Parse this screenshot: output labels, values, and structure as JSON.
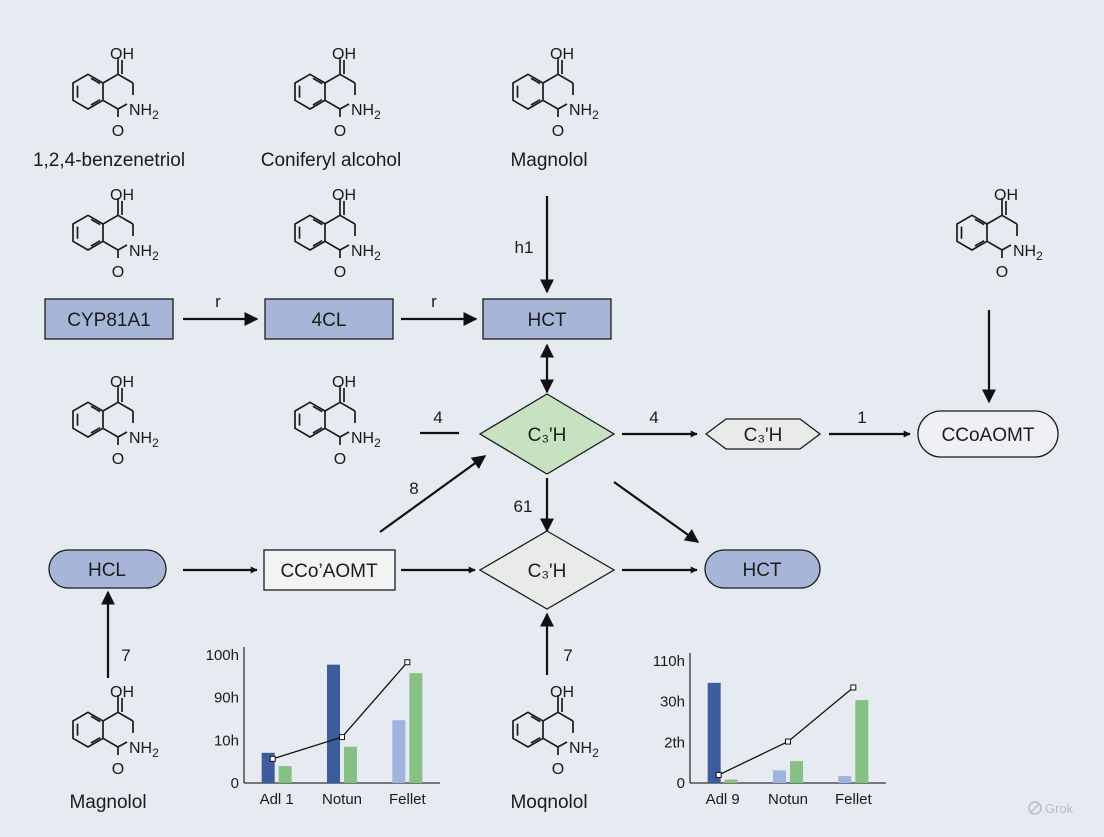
{
  "colors": {
    "background": "#e6eaf1",
    "enzyme_blue": "#a7b6d8",
    "diamond_green": "#c6e2c0",
    "neutral_fill": "#e9ebe9",
    "bar_dark_blue": "#3d5c9c",
    "bar_light_blue": "#9fb3df",
    "bar_green": "#86c084"
  },
  "structure_labels": {
    "oh": "OH",
    "nh2": "NH",
    "nh2_sub": "2",
    "o": "O"
  },
  "compounds": {
    "benzenetriol": "1,2,4-benzenetriol",
    "coniferyl": "Coniferyl alcohol",
    "magnolol_top": "Magnolol",
    "magnolol_bottom_left": "Magnolol",
    "magnolol_bottom_center": "Moqnolol"
  },
  "nodes": {
    "cyp": "CYP81A1",
    "fourcl": "4CL",
    "hct_top": "HCT",
    "c3h_green": "C₃'H",
    "c3h_hex": "C₃'H",
    "ccoaomt_right": "CCoAOMT",
    "hcl": "HCL",
    "ccoaomt_mid": "CCo’AOMT",
    "c3h_gray": "C₃'H",
    "hct_bottom": "HCT"
  },
  "edge_labels": {
    "magnolol_to_hct": "h1",
    "cyp_to_4cl": "r",
    "fourcl_to_hct": "r",
    "dash_to_c3h": "4",
    "c3h_to_hex": "4",
    "hex_to_ccoa": "1",
    "ccoa_to_c3h": "8",
    "c3h_to_c3h": "61",
    "magnolol_to_hcl": "7",
    "magnolol_to_c3h": "7"
  },
  "chart_data": [
    {
      "type": "bar",
      "categories": [
        "Adl 1",
        "Notun",
        "Fellet"
      ],
      "y_ticks": [
        "100h",
        "90h",
        "10h",
        "0"
      ],
      "series": [
        {
          "values": [
            25,
            98,
            0
          ],
          "color": "#3d5c9c"
        },
        {
          "values": [
            0,
            0,
            52
          ],
          "color": "#9fb3df"
        },
        {
          "values": [
            14,
            30,
            91
          ],
          "color": "#86c084"
        }
      ],
      "line": {
        "values": [
          20,
          38,
          100
        ]
      },
      "ylim": [
        0,
        106
      ]
    },
    {
      "type": "bar",
      "categories": [
        "Adl 9",
        "Notun",
        "Fellet"
      ],
      "y_ticks": [
        "110h",
        "30h",
        "2th",
        "0"
      ],
      "series": [
        {
          "values": [
            87,
            0,
            0
          ],
          "color": "#3d5c9c"
        },
        {
          "values": [
            0,
            11,
            6
          ],
          "color": "#9fb3df"
        },
        {
          "values": [
            3,
            19,
            72
          ],
          "color": "#86c084"
        }
      ],
      "line": {
        "values": [
          7,
          36,
          83
        ]
      },
      "ylim": [
        0,
        106
      ]
    }
  ],
  "watermark": "Grok"
}
